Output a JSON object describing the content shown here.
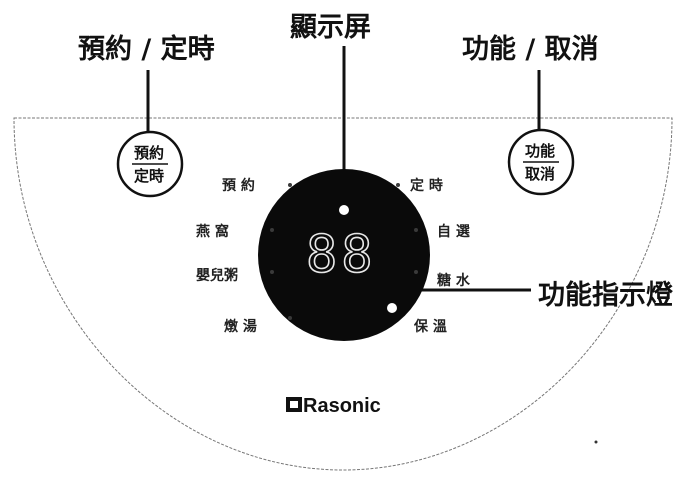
{
  "callouts": {
    "display_screen": "顯示屏",
    "reserve_timer": "預約 / 定時",
    "function_cancel": "功能 / 取消",
    "function_indicator": "功能指示燈"
  },
  "buttons": {
    "left": {
      "line1": "預約",
      "line2": "定時"
    },
    "right": {
      "line1": "功能",
      "line2": "取消"
    }
  },
  "modes": {
    "reserve": "預 約",
    "timer": "定 時",
    "birds_nest": "燕 窩",
    "custom": "自 選",
    "baby_congee": "嬰兒粥",
    "sweet_soup": "糖 水",
    "stew_soup": "燉 湯",
    "keep_warm": "保 溫"
  },
  "display": {
    "digits": "88"
  },
  "brand": "Rasonic",
  "colors": {
    "panel_outline": "#777777",
    "display_bg": "#0a0a0a",
    "line": "#111111"
  }
}
